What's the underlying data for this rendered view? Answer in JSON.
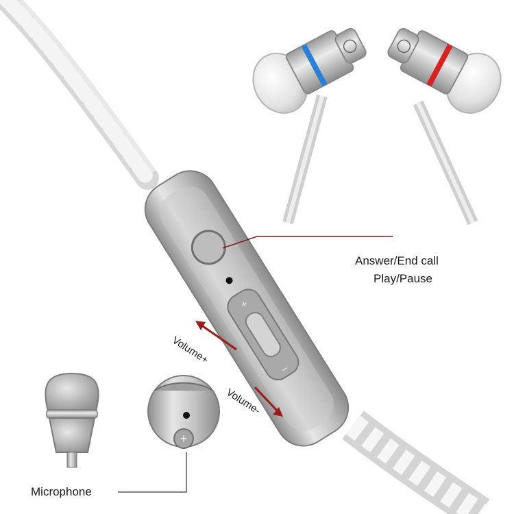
{
  "labels": {
    "answer_line1": "Answer/End call",
    "answer_line2": "Play/Pause",
    "volume_plus": "Volume+",
    "volume_minus": "Volume-",
    "microphone": "Microphone"
  },
  "colors": {
    "silver": "#b9b9b9",
    "callout_line": "#7a1a1a",
    "arrow": "#9b1b1b",
    "left_ring": "#2a7fd6",
    "right_ring": "#d82222"
  },
  "icons": [
    "left-earbud",
    "right-earbud",
    "inline-remote",
    "microphone-icon",
    "cable"
  ]
}
